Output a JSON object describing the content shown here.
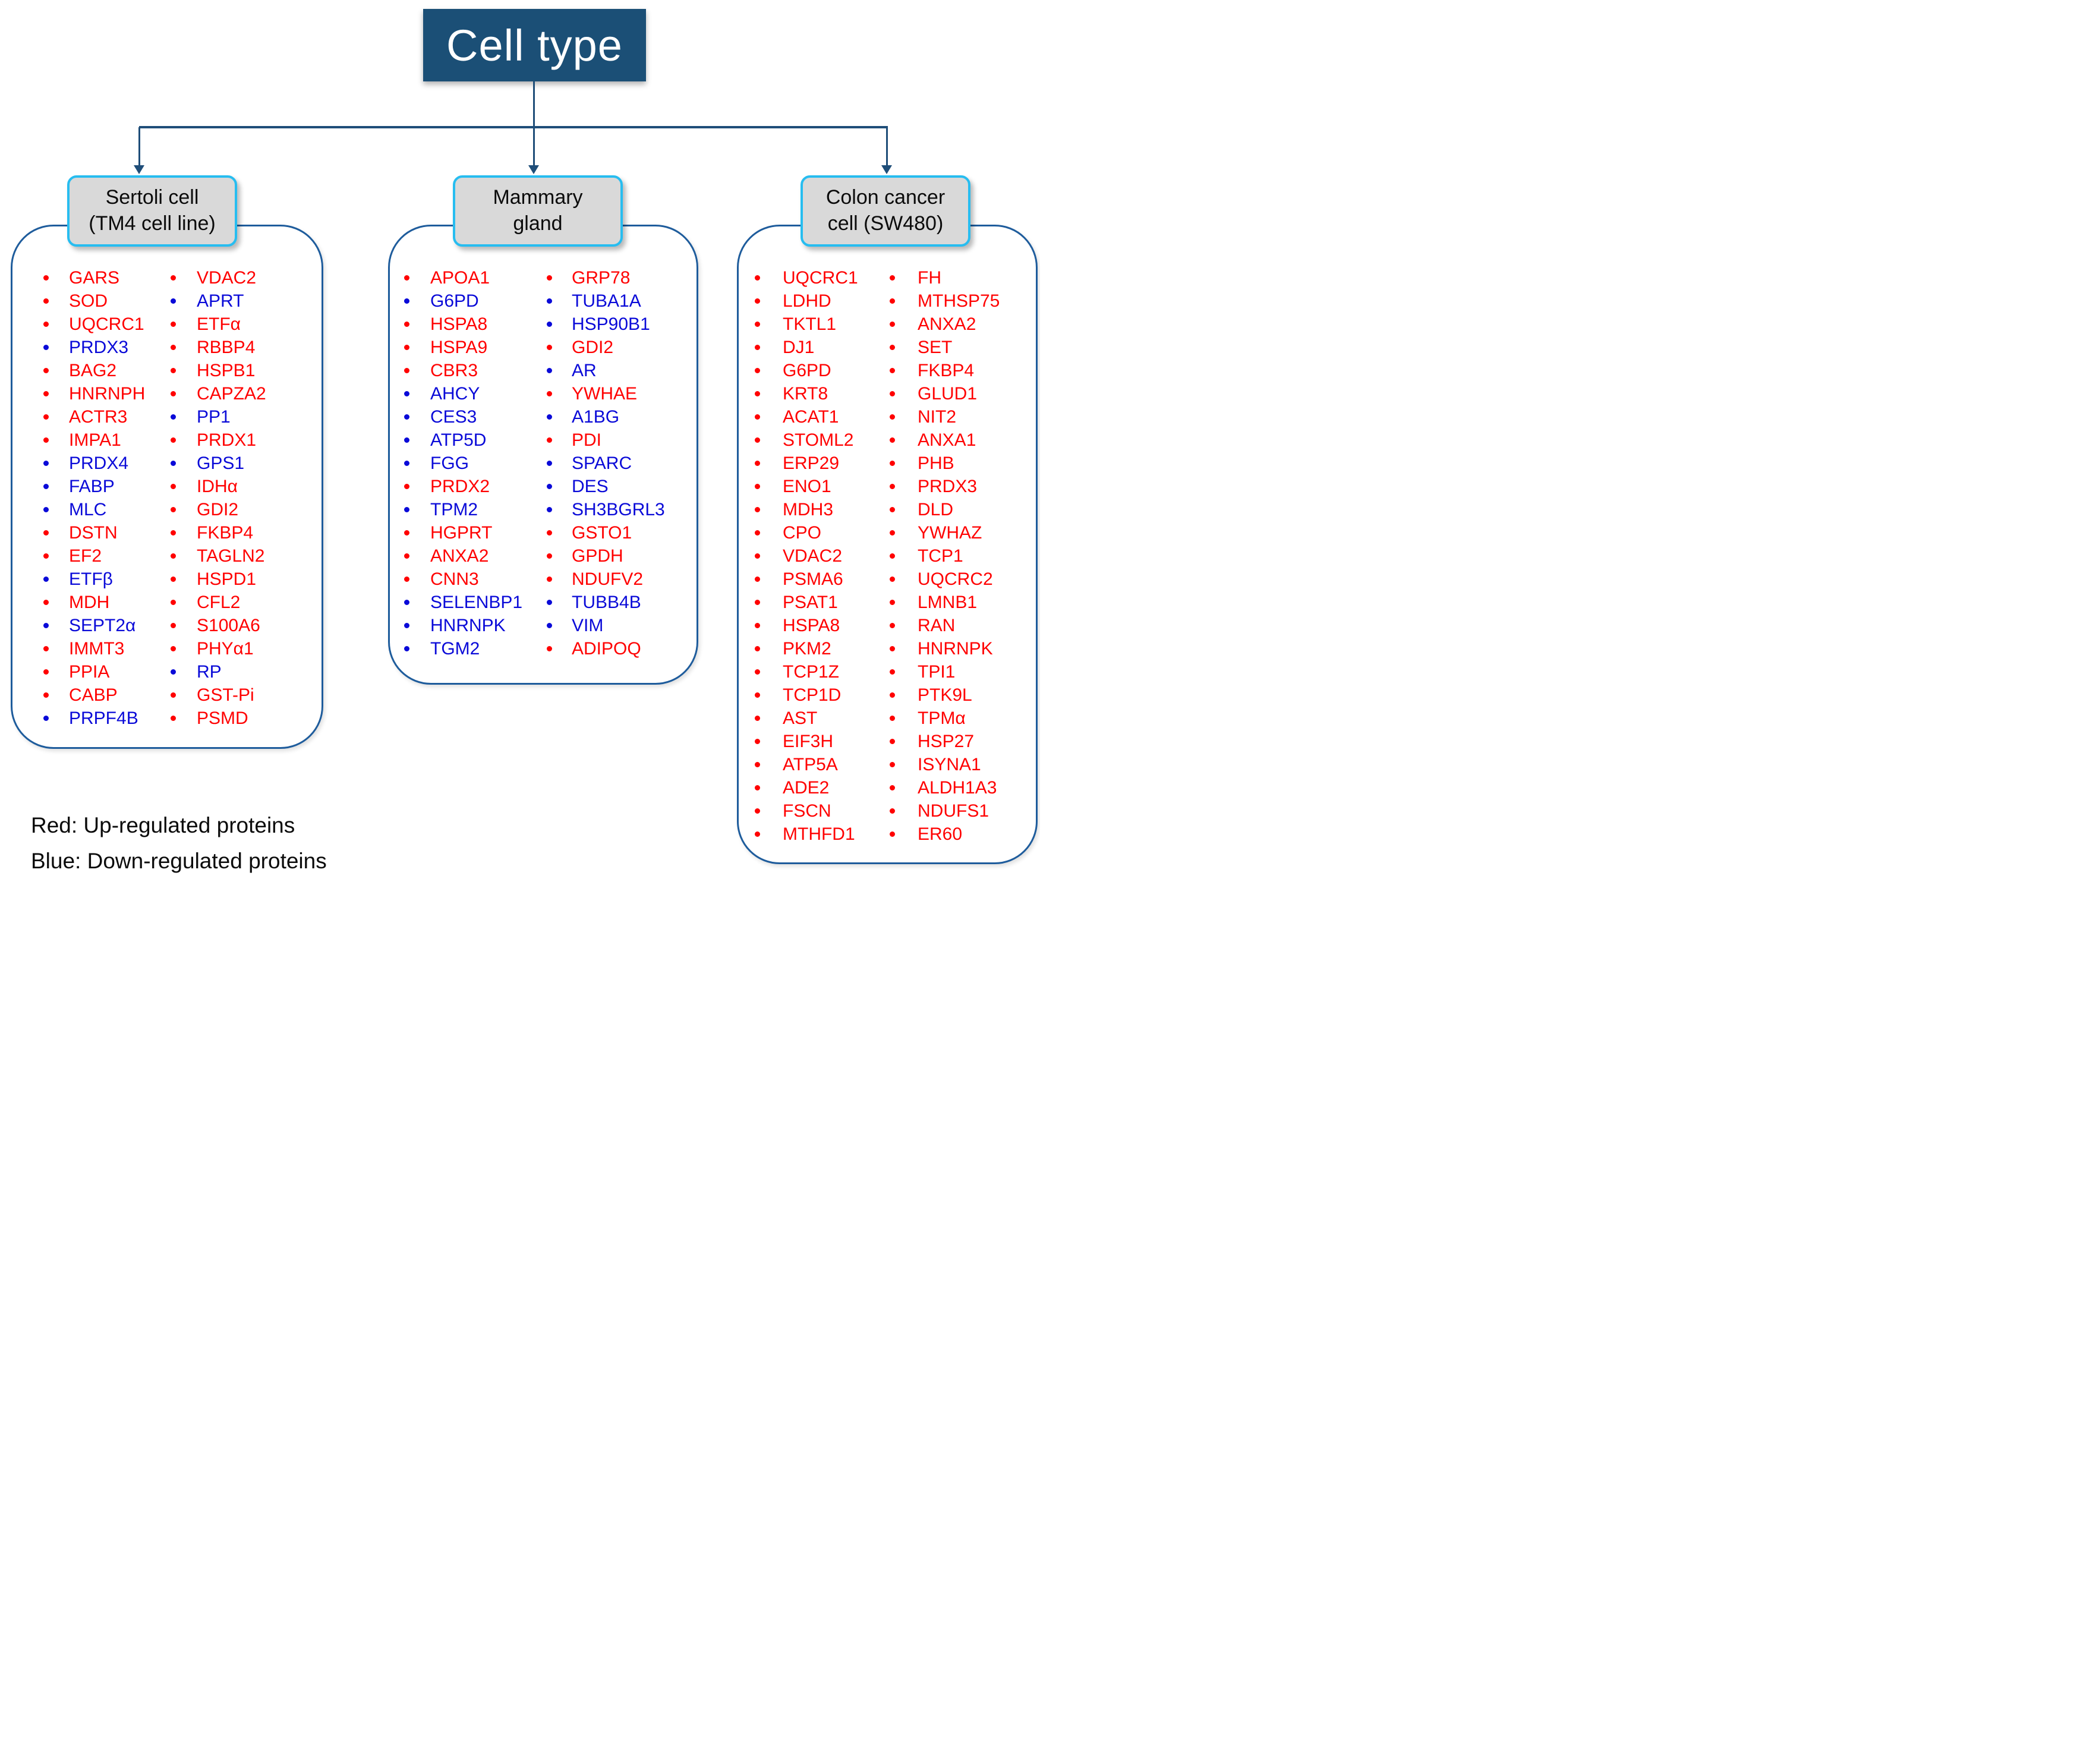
{
  "title": "Cell type",
  "colors": {
    "up": "#FF0000",
    "down": "#0A0AD8",
    "title_bg": "#1B4F76",
    "connector": "#1F4E79",
    "label_box_bg": "#D9D9D9",
    "label_box_border": "#27BDF0",
    "outline_border": "#1E5C9C"
  },
  "legend": {
    "line1": "Red: Up-regulated proteins",
    "line2": "Blue: Down-regulated proteins"
  },
  "groups": [
    {
      "id": "sertoli",
      "label_lines": [
        "Sertoli cell",
        "(TM4 cell line)"
      ],
      "columns": [
        [
          {
            "name": "GARS",
            "dir": "up"
          },
          {
            "name": "SOD",
            "dir": "up"
          },
          {
            "name": "UQCRC1",
            "dir": "up"
          },
          {
            "name": "PRDX3",
            "dir": "down"
          },
          {
            "name": "BAG2",
            "dir": "up"
          },
          {
            "name": "HNRNPH",
            "dir": "up"
          },
          {
            "name": "ACTR3",
            "dir": "up"
          },
          {
            "name": "IMPA1",
            "dir": "up"
          },
          {
            "name": "PRDX4",
            "dir": "down"
          },
          {
            "name": "FABP",
            "dir": "down"
          },
          {
            "name": "MLC",
            "dir": "down"
          },
          {
            "name": "DSTN",
            "dir": "up"
          },
          {
            "name": "EF2",
            "dir": "up"
          },
          {
            "name": "ETFβ",
            "dir": "down"
          },
          {
            "name": "MDH",
            "dir": "up"
          },
          {
            "name": "SEPT2α",
            "dir": "down"
          },
          {
            "name": "IMMT3",
            "dir": "up"
          },
          {
            "name": "PPIA",
            "dir": "up"
          },
          {
            "name": "CABP",
            "dir": "up"
          },
          {
            "name": "PRPF4B",
            "dir": "down"
          }
        ],
        [
          {
            "name": "VDAC2",
            "dir": "up"
          },
          {
            "name": "APRT",
            "dir": "down"
          },
          {
            "name": "ETFα",
            "dir": "up"
          },
          {
            "name": "RBBP4",
            "dir": "up"
          },
          {
            "name": "HSPB1",
            "dir": "up"
          },
          {
            "name": "CAPZA2",
            "dir": "up"
          },
          {
            "name": "PP1",
            "dir": "down"
          },
          {
            "name": "PRDX1",
            "dir": "up"
          },
          {
            "name": "GPS1",
            "dir": "down"
          },
          {
            "name": "IDHα",
            "dir": "up"
          },
          {
            "name": "GDI2",
            "dir": "up"
          },
          {
            "name": "FKBP4",
            "dir": "up"
          },
          {
            "name": "TAGLN2",
            "dir": "up"
          },
          {
            "name": "HSPD1",
            "dir": "up"
          },
          {
            "name": "CFL2",
            "dir": "up"
          },
          {
            "name": "S100A6",
            "dir": "up"
          },
          {
            "name": "PHYα1",
            "dir": "up"
          },
          {
            "name": "RP",
            "dir": "down"
          },
          {
            "name": "GST-Pi",
            "dir": "up"
          },
          {
            "name": "PSMD",
            "dir": "up"
          }
        ]
      ]
    },
    {
      "id": "mammary",
      "label_lines": [
        "Mammary",
        "gland"
      ],
      "columns": [
        [
          {
            "name": "APOA1",
            "dir": "up"
          },
          {
            "name": "G6PD",
            "dir": "down"
          },
          {
            "name": "HSPA8",
            "dir": "up"
          },
          {
            "name": "HSPA9",
            "dir": "up"
          },
          {
            "name": "CBR3",
            "dir": "up"
          },
          {
            "name": "AHCY",
            "dir": "down"
          },
          {
            "name": "CES3",
            "dir": "down"
          },
          {
            "name": "ATP5D",
            "dir": "down"
          },
          {
            "name": "FGG",
            "dir": "down"
          },
          {
            "name": "PRDX2",
            "dir": "up"
          },
          {
            "name": "TPM2",
            "dir": "down"
          },
          {
            "name": "HGPRT",
            "dir": "up"
          },
          {
            "name": "ANXA2",
            "dir": "up"
          },
          {
            "name": "CNN3",
            "dir": "up"
          },
          {
            "name": "SELENBP1",
            "dir": "down"
          },
          {
            "name": "HNRNPK",
            "dir": "down"
          },
          {
            "name": "TGM2",
            "dir": "down"
          }
        ],
        [
          {
            "name": "GRP78",
            "dir": "up"
          },
          {
            "name": "TUBA1A",
            "dir": "down"
          },
          {
            "name": "HSP90B1",
            "dir": "down"
          },
          {
            "name": "GDI2",
            "dir": "up"
          },
          {
            "name": "AR",
            "dir": "down"
          },
          {
            "name": "YWHAE",
            "dir": "up"
          },
          {
            "name": "A1BG",
            "dir": "down"
          },
          {
            "name": "PDI",
            "dir": "up"
          },
          {
            "name": "SPARC",
            "dir": "down"
          },
          {
            "name": "DES",
            "dir": "down"
          },
          {
            "name": "SH3BGRL3",
            "dir": "down"
          },
          {
            "name": "GSTO1",
            "dir": "up"
          },
          {
            "name": "GPDH",
            "dir": "up"
          },
          {
            "name": "NDUFV2",
            "dir": "up"
          },
          {
            "name": "TUBB4B",
            "dir": "down"
          },
          {
            "name": "VIM",
            "dir": "down"
          },
          {
            "name": "ADIPOQ",
            "dir": "up"
          }
        ]
      ]
    },
    {
      "id": "colon",
      "label_lines": [
        "Colon cancer",
        "cell (SW480)"
      ],
      "columns": [
        [
          {
            "name": "UQCRC1",
            "dir": "up"
          },
          {
            "name": "LDHD",
            "dir": "up"
          },
          {
            "name": "TKTL1",
            "dir": "up"
          },
          {
            "name": "DJ1",
            "dir": "up"
          },
          {
            "name": "G6PD",
            "dir": "up"
          },
          {
            "name": "KRT8",
            "dir": "up"
          },
          {
            "name": "ACAT1",
            "dir": "up"
          },
          {
            "name": "STOML2",
            "dir": "up"
          },
          {
            "name": "ERP29",
            "dir": "up"
          },
          {
            "name": "ENO1",
            "dir": "up"
          },
          {
            "name": "MDH3",
            "dir": "up"
          },
          {
            "name": "CPO",
            "dir": "up"
          },
          {
            "name": "VDAC2",
            "dir": "up"
          },
          {
            "name": "PSMA6",
            "dir": "up"
          },
          {
            "name": "PSAT1",
            "dir": "up"
          },
          {
            "name": "HSPA8",
            "dir": "up"
          },
          {
            "name": "PKM2",
            "dir": "up"
          },
          {
            "name": "TCP1Z",
            "dir": "up"
          },
          {
            "name": "TCP1D",
            "dir": "up"
          },
          {
            "name": "AST",
            "dir": "up"
          },
          {
            "name": "EIF3H",
            "dir": "up"
          },
          {
            "name": "ATP5A",
            "dir": "up"
          },
          {
            "name": "ADE2",
            "dir": "up"
          },
          {
            "name": "FSCN",
            "dir": "up"
          },
          {
            "name": "MTHFD1",
            "dir": "up"
          }
        ],
        [
          {
            "name": "FH",
            "dir": "up"
          },
          {
            "name": "MTHSP75",
            "dir": "up"
          },
          {
            "name": "ANXA2",
            "dir": "up"
          },
          {
            "name": "SET",
            "dir": "up"
          },
          {
            "name": "FKBP4",
            "dir": "up"
          },
          {
            "name": "GLUD1",
            "dir": "up"
          },
          {
            "name": "NIT2",
            "dir": "up"
          },
          {
            "name": "ANXA1",
            "dir": "up"
          },
          {
            "name": "PHB",
            "dir": "up"
          },
          {
            "name": "PRDX3",
            "dir": "up"
          },
          {
            "name": "DLD",
            "dir": "up"
          },
          {
            "name": "YWHAZ",
            "dir": "up"
          },
          {
            "name": "TCP1",
            "dir": "up"
          },
          {
            "name": "UQCRC2",
            "dir": "up"
          },
          {
            "name": "LMNB1",
            "dir": "up"
          },
          {
            "name": "RAN",
            "dir": "up"
          },
          {
            "name": "HNRNPK",
            "dir": "up"
          },
          {
            "name": "TPI1",
            "dir": "up"
          },
          {
            "name": "PTK9L",
            "dir": "up"
          },
          {
            "name": "TPMα",
            "dir": "up"
          },
          {
            "name": "HSP27",
            "dir": "up"
          },
          {
            "name": "ISYNA1",
            "dir": "up"
          },
          {
            "name": "ALDH1A3",
            "dir": "up"
          },
          {
            "name": "NDUFS1",
            "dir": "up"
          },
          {
            "name": "ER60",
            "dir": "up"
          }
        ]
      ]
    }
  ]
}
